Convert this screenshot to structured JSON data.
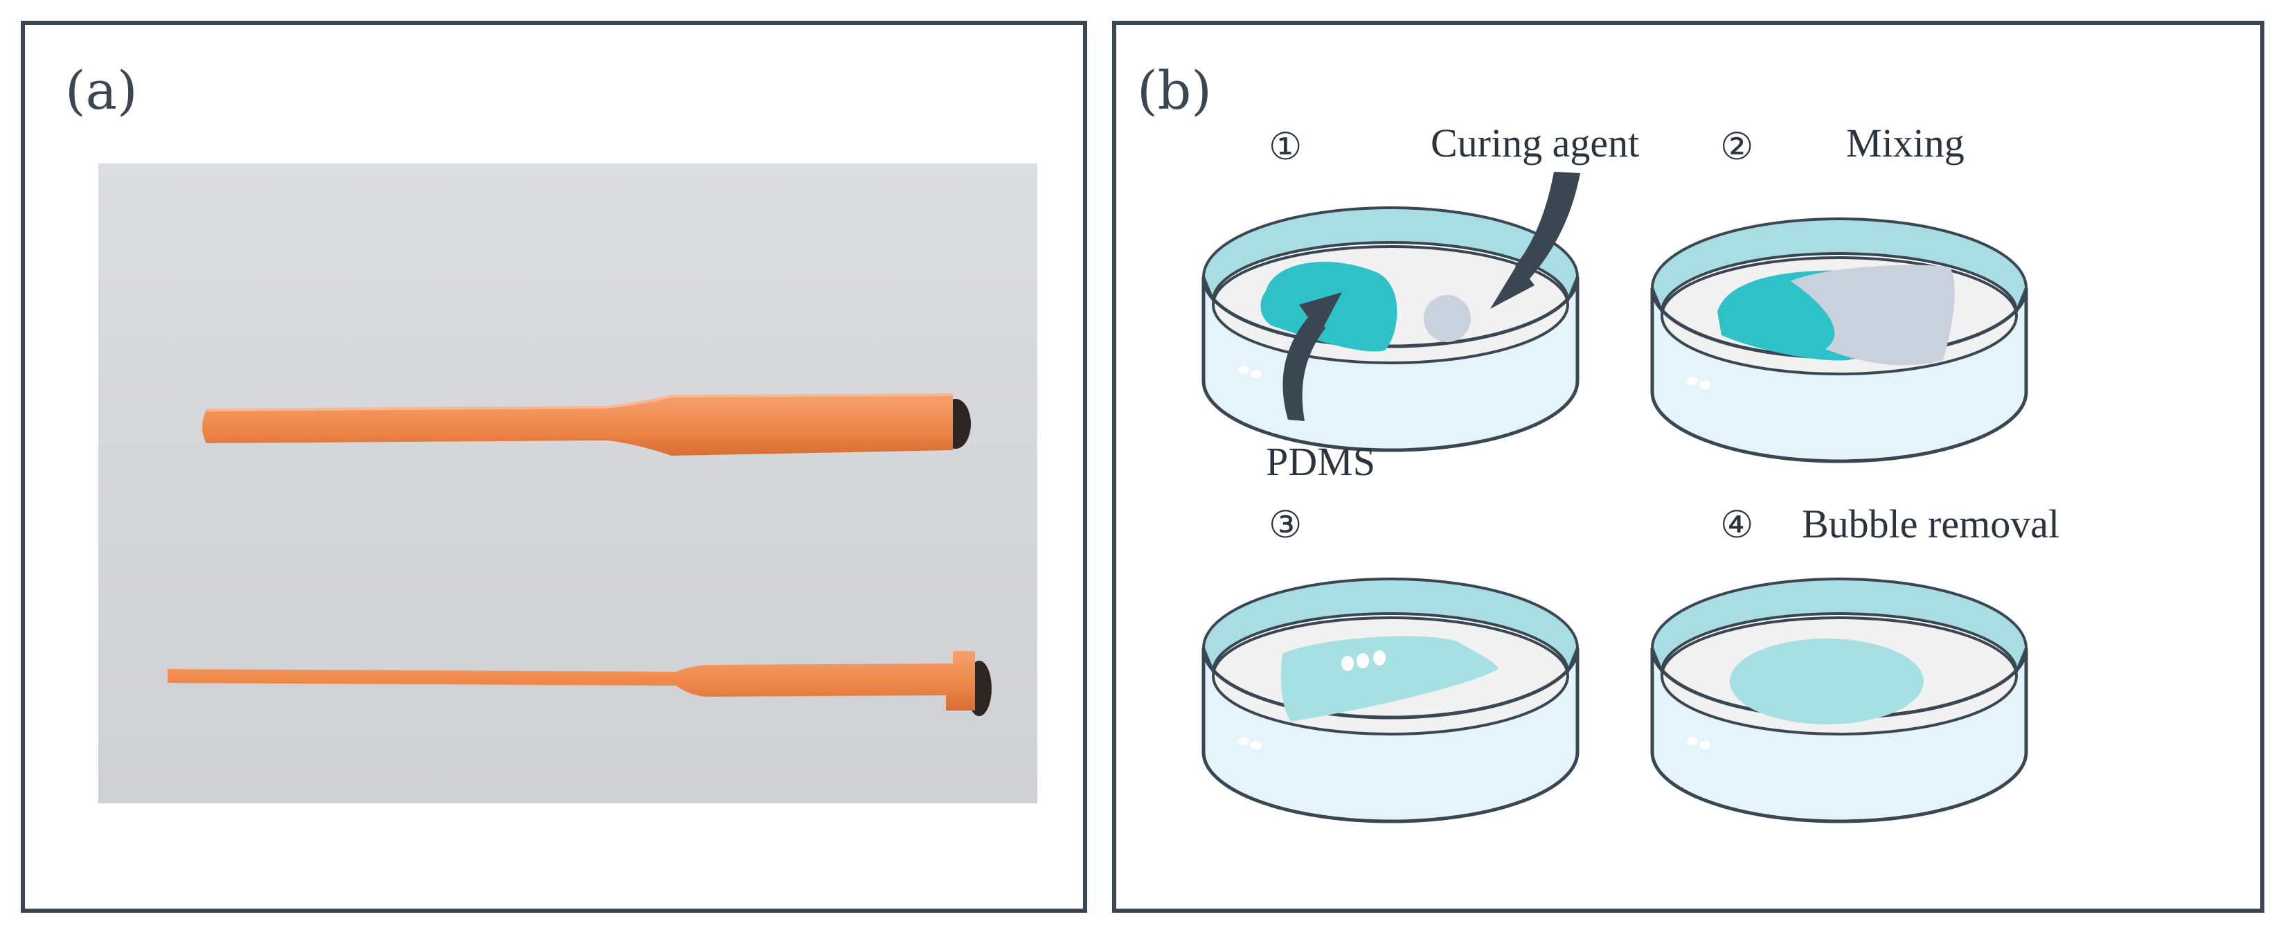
{
  "panels": {
    "a": {
      "label": "(a)"
    },
    "b": {
      "label": "(b)",
      "steps": [
        {
          "number": "①",
          "title": "",
          "annotations": [
            "Curing agent",
            "PDMS"
          ]
        },
        {
          "number": "②",
          "title": "Mixing"
        },
        {
          "number": "③",
          "title": ""
        },
        {
          "number": "④",
          "title": "Bubble removal"
        }
      ]
    }
  },
  "colors": {
    "frame": "#3a4652",
    "pdms": "#2ec1c8",
    "curing_agent": "#c9d1dc",
    "dish_rim": "#a8dde3",
    "dish_wall": "#e4f4fa",
    "dish_floor": "#f1f1f1",
    "cured_pdms": "#a6e0e3",
    "tube": "#f08a4b"
  }
}
